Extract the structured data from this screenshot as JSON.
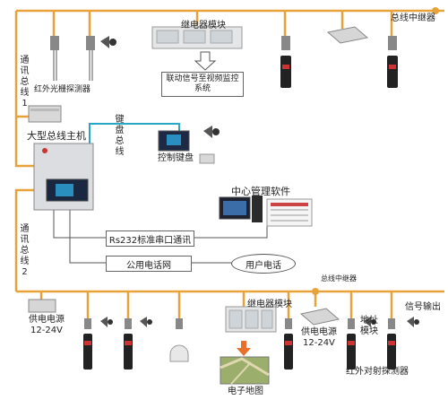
{
  "labels": {
    "relay_module_top": "继电器模块",
    "bus_repeater_top": "总线中继器",
    "linkage_signal": "联动信号至视频监控系统",
    "ir_fence_detector": "红外光栅探测器",
    "comm_bus_1": "通讯总线1",
    "host": "大型总线主机",
    "keyboard_bus": "键盘总线",
    "control_keyboard": "控制键盘",
    "management_software": "中心管理软件",
    "rs232": "Rs232标准串口通讯",
    "comm_bus_2": "通讯总线2",
    "public_phone_network": "公用电话网",
    "user_phone": "用户电话",
    "bus_repeater_bottom": "总线中继器",
    "relay_module_bottom": "继电器模块",
    "power_left_1": "供电电源",
    "power_left_2": "12-24V",
    "power_right_1": "供电电源",
    "power_right_2": "12-24V",
    "address_module": "地址模块",
    "signal_output": "信号输出",
    "ir_beam_detector": "红外对射探测器",
    "e_map": "电子地图"
  },
  "colors": {
    "bus_line": "#e8a23a",
    "keyboard_bus_line": "#2aa6c8",
    "connector_line": "#555555",
    "arrow_fill": "#e8702a"
  },
  "icons": {
    "siren": "siren-icon",
    "power_supply": "power-supply-icon",
    "relay_module": "relay-module-icon",
    "detector": "detector-icon",
    "computer": "computer-icon",
    "keyboard": "keypad-icon",
    "host_cabinet": "host-cabinet-icon",
    "map": "map-icon"
  }
}
